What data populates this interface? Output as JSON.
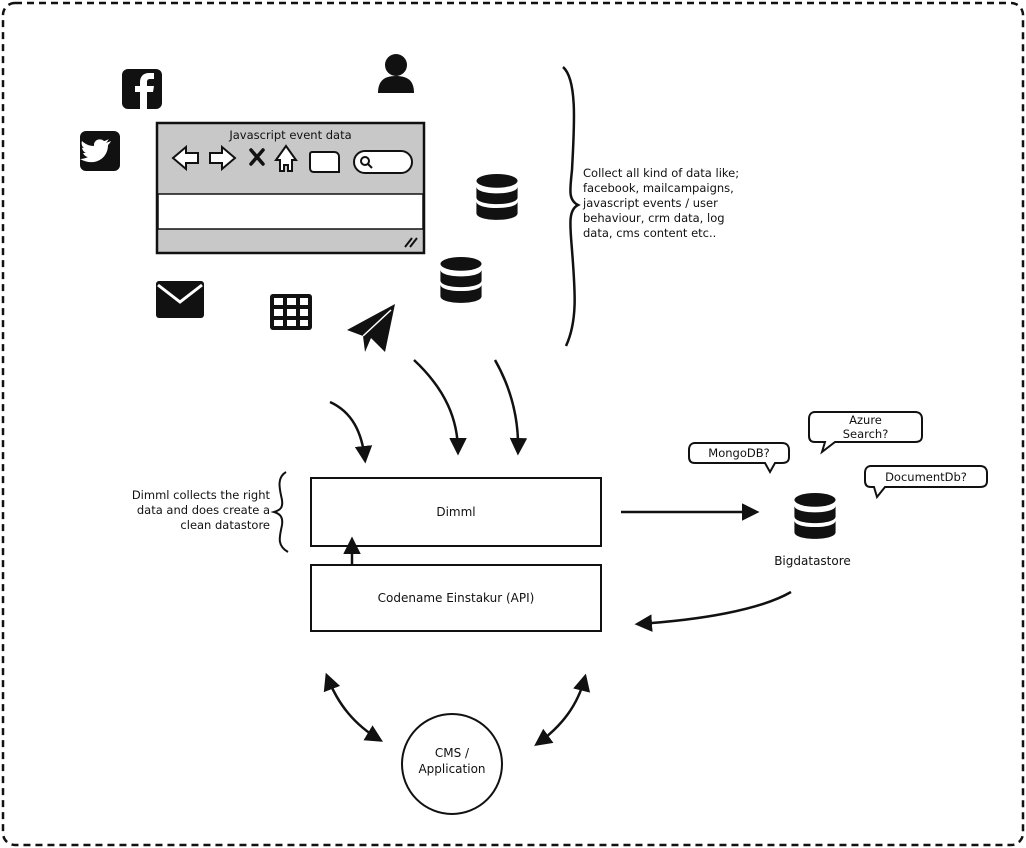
{
  "browser": {
    "title": "Javascript event data"
  },
  "collect_note": {
    "lines": [
      "Collect all kind of data like;",
      "facebook, mailcampaigns,",
      "javascript events / user",
      "behaviour, crm data, log",
      "data, cms content etc.."
    ]
  },
  "dimml_note": {
    "lines": [
      "Dimml collects the right",
      "data and does create a",
      "clean datastore"
    ]
  },
  "boxes": {
    "dimml": "Dimml",
    "api": "Codename Einstakur (API)",
    "cms_line1": "CMS /",
    "cms_line2": "Application"
  },
  "store": {
    "label": "Bigdatastore",
    "options": {
      "mongo": "MongoDB?",
      "azure_line1": "Azure",
      "azure_line2": "Search?",
      "documentdb": "DocumentDb?"
    }
  },
  "icons": [
    "facebook-icon",
    "twitter-icon",
    "user-icon",
    "database-icon",
    "envelope-icon",
    "table-icon",
    "paper-plane-icon"
  ]
}
